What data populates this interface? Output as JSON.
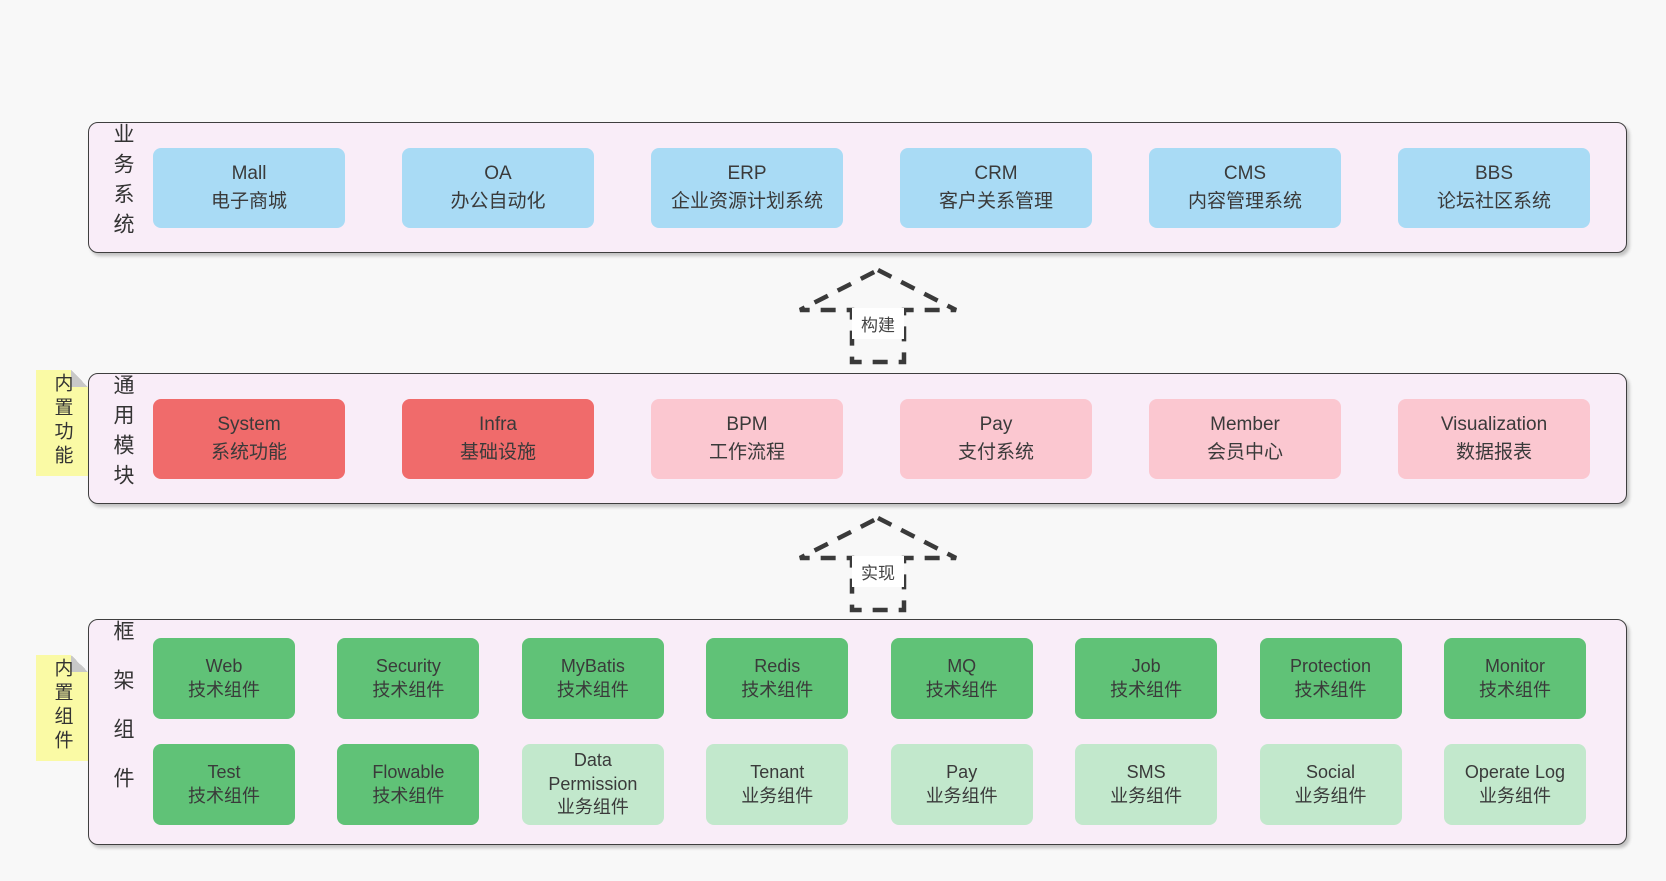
{
  "colors": {
    "page_bg": "#f8f8f8",
    "panel_bg": "#f9edf8",
    "panel_border": "#3f3f3f",
    "node_blue": "#a9dbf5",
    "node_red": "#f06b6b",
    "node_pink": "#fbc7d0",
    "node_green": "#60c277",
    "node_green_light": "#c2e8cc",
    "sticky_yellow": "#fafaa5",
    "fold_gray": "#c8c8c8",
    "text": "#3a3a3a"
  },
  "arrows": [
    {
      "label": "构建"
    },
    {
      "label": "实现"
    }
  ],
  "panels": {
    "business": {
      "label": "业务系统",
      "boxes": [
        {
          "en": "Mall",
          "zh": "电子商城",
          "variant": "blue"
        },
        {
          "en": "OA",
          "zh": "办公自动化",
          "variant": "blue"
        },
        {
          "en": "ERP",
          "zh": "企业资源计划系统",
          "variant": "blue"
        },
        {
          "en": "CRM",
          "zh": "客户关系管理",
          "variant": "blue"
        },
        {
          "en": "CMS",
          "zh": "内容管理系统",
          "variant": "blue"
        },
        {
          "en": "BBS",
          "zh": "论坛社区系统",
          "variant": "blue"
        }
      ]
    },
    "modules": {
      "label": "通用模块",
      "tab": "内置功能",
      "boxes": [
        {
          "en": "System",
          "zh": "系统功能",
          "variant": "red"
        },
        {
          "en": "Infra",
          "zh": "基础设施",
          "variant": "red"
        },
        {
          "en": "BPM",
          "zh": "工作流程",
          "variant": "pink"
        },
        {
          "en": "Pay",
          "zh": "支付系统",
          "variant": "pink"
        },
        {
          "en": "Member",
          "zh": "会员中心",
          "variant": "pink"
        },
        {
          "en": "Visualization",
          "zh": "数据报表",
          "variant": "pink"
        }
      ]
    },
    "framework": {
      "label": "框架组件",
      "tab": "内置组件",
      "row1": [
        {
          "en": "Web",
          "zh": "技术组件",
          "variant": "green"
        },
        {
          "en": "Security",
          "zh": "技术组件",
          "variant": "green"
        },
        {
          "en": "MyBatis",
          "zh": "技术组件",
          "variant": "green"
        },
        {
          "en": "Redis",
          "zh": "技术组件",
          "variant": "green"
        },
        {
          "en": "MQ",
          "zh": "技术组件",
          "variant": "green"
        },
        {
          "en": "Job",
          "zh": "技术组件",
          "variant": "green"
        },
        {
          "en": "Protection",
          "zh": "技术组件",
          "variant": "green"
        },
        {
          "en": "Monitor",
          "zh": "技术组件",
          "variant": "green"
        }
      ],
      "row2": [
        {
          "en": "Test",
          "zh": "技术组件",
          "variant": "green"
        },
        {
          "en": "Flowable",
          "zh": "技术组件",
          "variant": "green"
        },
        {
          "en": "Data Permission",
          "zh": "业务组件",
          "variant": "green-light"
        },
        {
          "en": "Tenant",
          "zh": "业务组件",
          "variant": "green-light"
        },
        {
          "en": "Pay",
          "zh": "业务组件",
          "variant": "green-light"
        },
        {
          "en": "SMS",
          "zh": "业务组件",
          "variant": "green-light"
        },
        {
          "en": "Social",
          "zh": "业务组件",
          "variant": "green-light"
        },
        {
          "en": "Operate Log",
          "zh": "业务组件",
          "variant": "green-light"
        }
      ]
    }
  }
}
